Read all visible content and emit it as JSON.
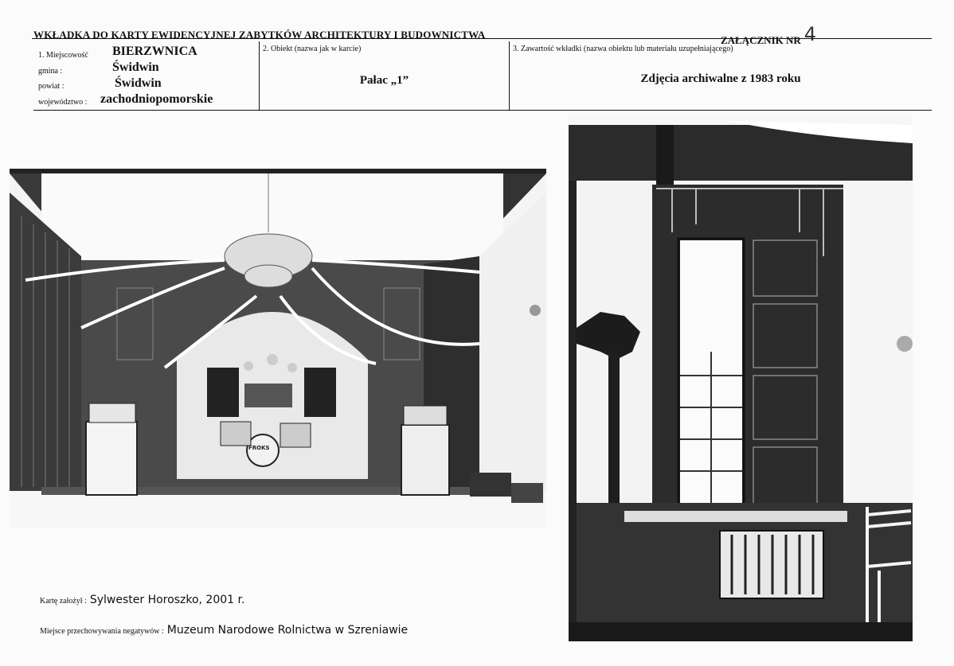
{
  "header": {
    "title": "WKŁADKA DO KARTY EWIDENCYJNEJ ZABYTKÓW ARCHITEKTURY I BUDOWNICTWA",
    "annex_label": "ZAŁĄCZNIK NR",
    "annex_number": "4"
  },
  "location": {
    "section_label": "1. Miejscowość",
    "town": "BIERZWNICA",
    "gmina_label": "gmina :",
    "gmina": "Świdwin",
    "powiat_label": "powiat :",
    "powiat": "Świdwin",
    "wojewodztwo_label": "województwo :",
    "wojewodztwo": "zachodniopomorskie"
  },
  "object": {
    "section_label": "2. Obiekt (nazwa jak w karcie)",
    "name": "Pałac „1”"
  },
  "contents": {
    "section_label": "3. Zawartość wkładki (nazwa obiektu lub materiału uzupełniającego)",
    "description": "Zdjęcia archiwalne z 1983 roku"
  },
  "photos": {
    "left_drum_text": "FROKS"
  },
  "footer": {
    "card_label": "Kartę założył :",
    "card_value": "Sylwester Horoszko,  2001 r.",
    "storage_label": "Miejsce przechowywania negatywów :",
    "storage_value": "Muzeum Narodowe Rolnictwa w Szreniawie"
  }
}
